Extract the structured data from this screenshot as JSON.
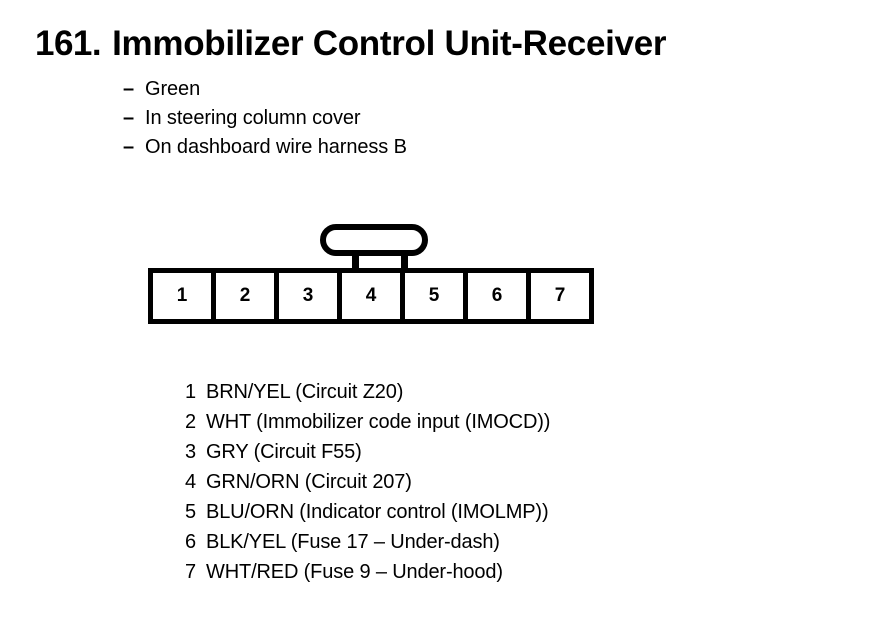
{
  "page": {
    "background_color": "#ffffff",
    "ink_color": "#000000"
  },
  "title": {
    "number": "161.",
    "text": "Immobilizer Control Unit-Receiver"
  },
  "attributes": {
    "dash": "–",
    "items": [
      {
        "label": "Green"
      },
      {
        "label": "In steering column cover"
      },
      {
        "label": "On dashboard wire harness B"
      }
    ]
  },
  "connector": {
    "pin_count": 7,
    "pins": [
      {
        "number": "1"
      },
      {
        "number": "2"
      },
      {
        "number": "3"
      },
      {
        "number": "4"
      },
      {
        "number": "5"
      },
      {
        "number": "6"
      },
      {
        "number": "7"
      }
    ]
  },
  "legend": {
    "rows": [
      {
        "number": "1",
        "description": "BRN/YEL (Circuit Z20)"
      },
      {
        "number": "2",
        "description": "WHT (Immobilizer code input (IMOCD))"
      },
      {
        "number": "3",
        "description": "GRY (Circuit F55)"
      },
      {
        "number": "4",
        "description": "GRN/ORN (Circuit 207)"
      },
      {
        "number": "5",
        "description": "BLU/ORN (Indicator control (IMOLMP))"
      },
      {
        "number": "6",
        "description": "BLK/YEL (Fuse 17 – Under-dash)"
      },
      {
        "number": "7",
        "description": "WHT/RED (Fuse 9 – Under-hood)"
      }
    ]
  }
}
